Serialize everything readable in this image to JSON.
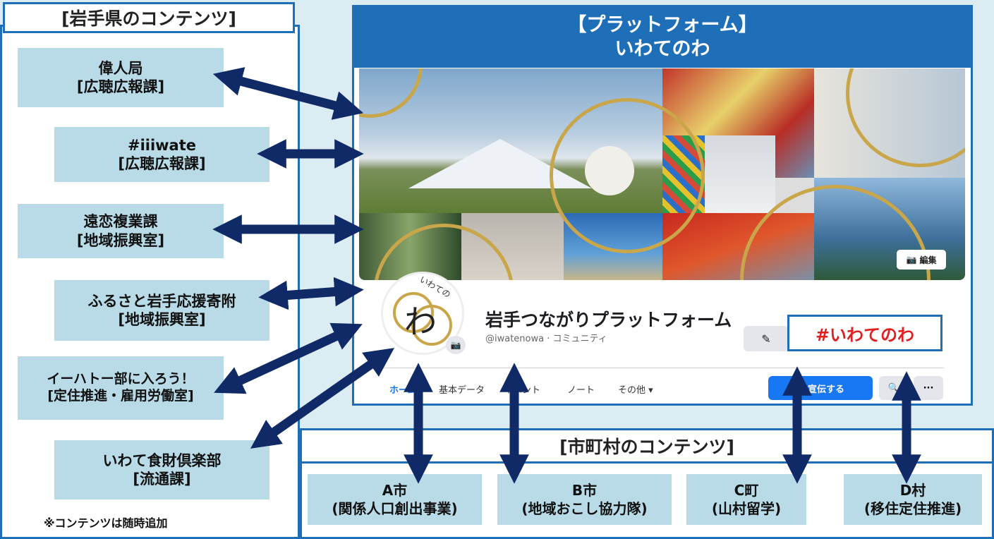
{
  "left": {
    "header": "[岩手県のコンテンツ]",
    "items": [
      {
        "name": "偉人局",
        "dept": "[広聴広報課]"
      },
      {
        "name": "#iiiwate",
        "dept": "[広聴広報課]"
      },
      {
        "name": "遠恋複業課",
        "dept": "[地域振興室]"
      },
      {
        "name": "ふるさと岩手応援寄附",
        "dept": "[地域振興室]"
      },
      {
        "name": "イーハトー部に入ろう！",
        "dept": "[定住推進・雇用労働室]"
      },
      {
        "name": "いわて食財倶楽部",
        "dept": "[流通課]"
      }
    ],
    "note": "※コンテンツは随時追加"
  },
  "platform": {
    "title_line1": "【プラットフォーム】",
    "title_line2": "いわてのわ",
    "page_name": "岩手つながりプラットフォーム",
    "handle": "@iwatenowa · コミュニティ",
    "hashtag": "#いわてのわ",
    "edit_label": "編集",
    "logo_char": "わ",
    "logo_text": "いわての",
    "nav": [
      "ホーム",
      "基本データ",
      "イベント",
      "ノート",
      "その他 ▾"
    ],
    "promote_label": "宣伝する",
    "search_glyph": "🔍",
    "more_glyph": "···"
  },
  "municipal": {
    "header": "[市町村のコンテンツ]",
    "items": [
      {
        "name": "A市",
        "detail": "(関係人口創出事業)"
      },
      {
        "name": "B市",
        "detail": "(地域おこし協力隊)"
      },
      {
        "name": "C町",
        "detail": "(山村留学)"
      },
      {
        "name": "D村",
        "detail": "(移住定住推進)"
      }
    ]
  },
  "colors": {
    "accent": "#1f6fb8",
    "box": "#b9dbe8",
    "arrow": "#0f2a66",
    "gold": "#c9a64a",
    "hashtag": "#e02020"
  }
}
